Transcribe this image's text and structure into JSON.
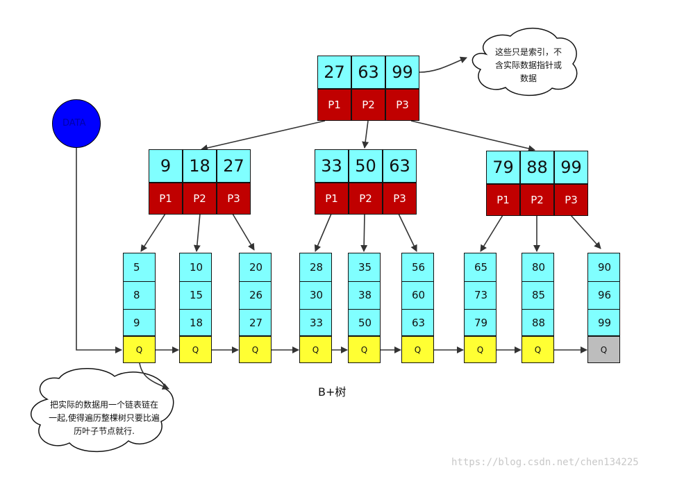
{
  "data_circle": {
    "label": "DATA",
    "color": "#0000ff"
  },
  "root": {
    "keys": [
      "27",
      "63",
      "99"
    ],
    "ptrs": [
      "P1",
      "P2",
      "P3"
    ]
  },
  "internal": [
    {
      "keys": [
        "9",
        "18",
        "27"
      ],
      "ptrs": [
        "P1",
        "P2",
        "P3"
      ]
    },
    {
      "keys": [
        "33",
        "50",
        "63"
      ],
      "ptrs": [
        "P1",
        "P2",
        "P3"
      ]
    },
    {
      "keys": [
        "79",
        "88",
        "99"
      ],
      "ptrs": [
        "P1",
        "P2",
        "P3"
      ]
    }
  ],
  "leaves": [
    {
      "keys": [
        "5",
        "8",
        "9"
      ],
      "q": "Q"
    },
    {
      "keys": [
        "10",
        "15",
        "18"
      ],
      "q": "Q"
    },
    {
      "keys": [
        "20",
        "26",
        "27"
      ],
      "q": "Q"
    },
    {
      "keys": [
        "28",
        "30",
        "33"
      ],
      "q": "Q"
    },
    {
      "keys": [
        "35",
        "38",
        "50"
      ],
      "q": "Q"
    },
    {
      "keys": [
        "56",
        "60",
        "63"
      ],
      "q": "Q"
    },
    {
      "keys": [
        "65",
        "73",
        "79"
      ],
      "q": "Q"
    },
    {
      "keys": [
        "80",
        "85",
        "88"
      ],
      "q": "Q"
    },
    {
      "keys": [
        "90",
        "96",
        "99"
      ],
      "q": "Q"
    }
  ],
  "callout_index": {
    "lines": [
      "这些只是索引，不",
      "含实际数据指针或",
      "数据"
    ]
  },
  "callout_list": {
    "lines": [
      "把实际的数据用一个链表链在",
      "一起,使得遍历整棵树只要比遍",
      "历叶子节点就行."
    ]
  },
  "caption": "B+树",
  "watermark": "https://blog.csdn.net/chen134225",
  "colors": {
    "key": "#80ffff",
    "pointer": "#c00000",
    "q": "#ffff33",
    "q_last": "#bdbdbd"
  }
}
